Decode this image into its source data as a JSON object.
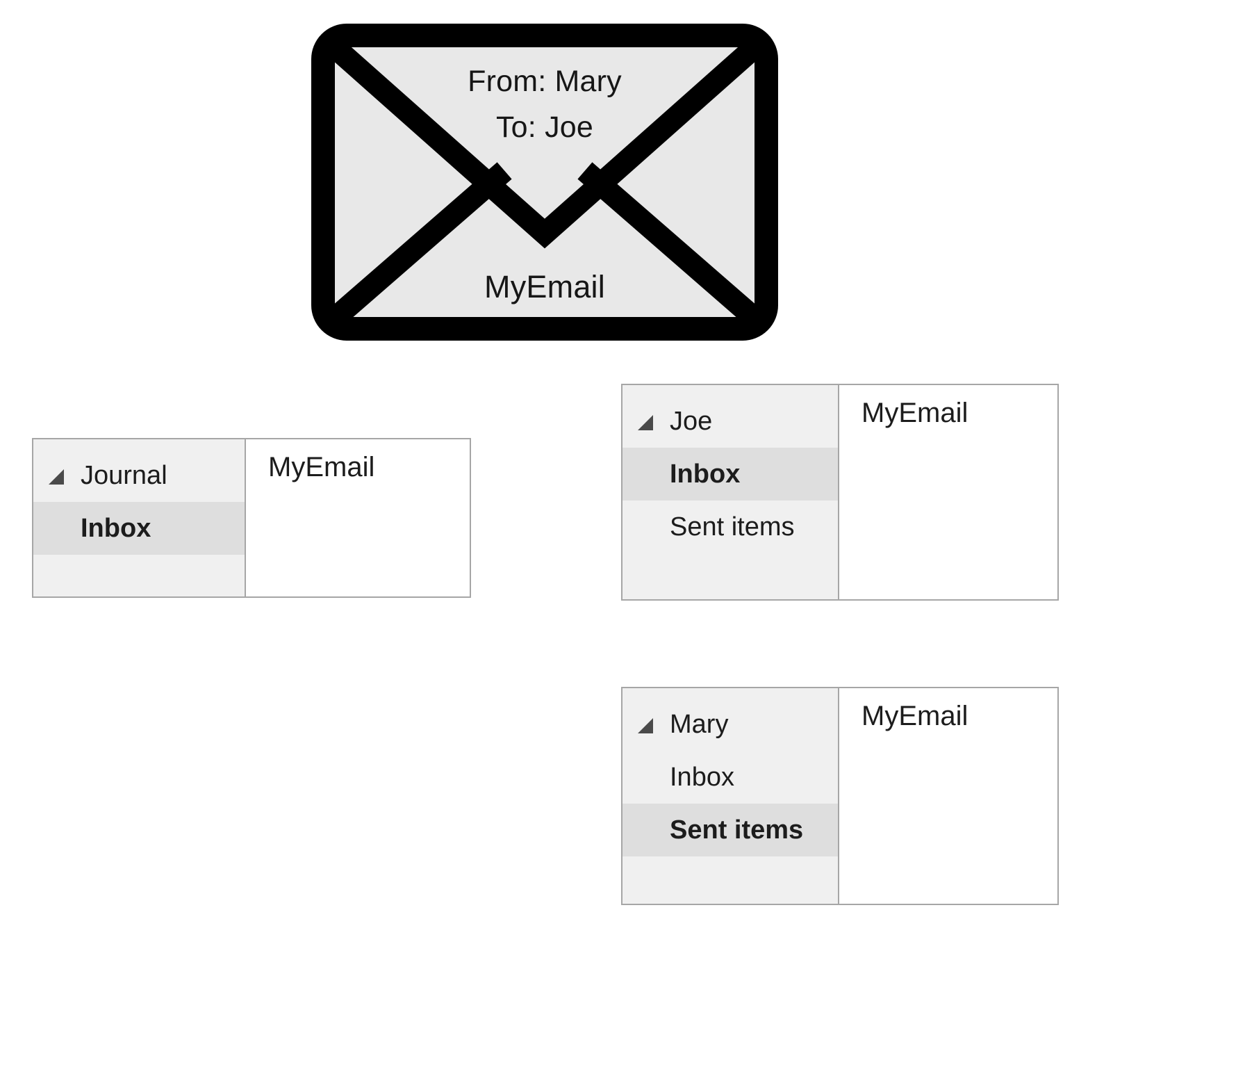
{
  "envelope": {
    "icon": "envelope-icon",
    "from_line": "From: Mary",
    "to_line": "To: Joe",
    "subject_line": "MyEmail",
    "colors": {
      "outline": "#000000",
      "paper": "#e8e8e8"
    }
  },
  "panels": [
    {
      "id": "journal",
      "nav": {
        "header": {
          "label": "Journal",
          "icon": "expanded-triangle-icon"
        },
        "items": [
          {
            "label": "Inbox",
            "selected": true
          }
        ]
      },
      "content": {
        "label": "MyEmail"
      }
    },
    {
      "id": "joe",
      "nav": {
        "header": {
          "label": "Joe",
          "icon": "expanded-triangle-icon"
        },
        "items": [
          {
            "label": "Inbox",
            "selected": true
          },
          {
            "label": "Sent items",
            "selected": false
          }
        ]
      },
      "content": {
        "label": "MyEmail"
      }
    },
    {
      "id": "mary",
      "nav": {
        "header": {
          "label": "Mary",
          "icon": "expanded-triangle-icon"
        },
        "items": [
          {
            "label": "Inbox",
            "selected": false
          },
          {
            "label": "Sent items",
            "selected": true
          }
        ]
      },
      "content": {
        "label": "MyEmail"
      }
    }
  ],
  "colors": {
    "nav_background": "#f0f0f0",
    "nav_selected": "#dedede",
    "panel_border": "#a6a6a6",
    "content_background": "#ffffff",
    "text": "#1c1c1c",
    "triangle": "#4a4a4a"
  }
}
